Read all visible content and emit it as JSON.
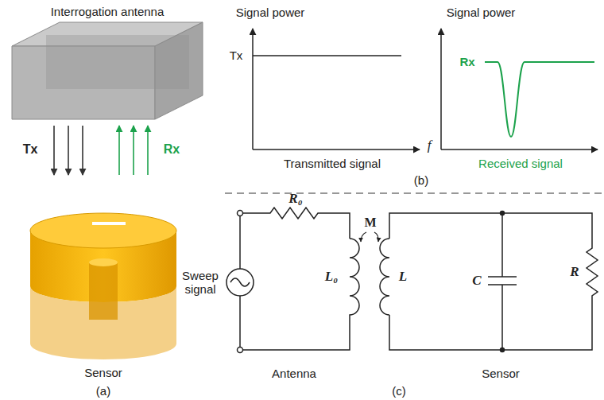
{
  "diagram": {
    "nodes": [
      {
        "text": [
          "Interrogation antenna"
        ]
      },
      {
        "text": [
          "Sensor"
        ]
      }
    ],
    "edges": [
      {
        "from": 0,
        "to": 1,
        "arrow": "to"
      },
      {
        "from": 0,
        "to": 1,
        "arrow": "to"
      },
      {
        "from": 0,
        "to": 1,
        "arrow": "to"
      },
      {
        "from": 1,
        "to": 0,
        "arrow": "to"
      },
      {
        "from": 1,
        "to": 0,
        "arrow": "to"
      },
      {
        "from": 1,
        "to": 0,
        "arrow": "to"
      }
    ],
    "labels": [
      "Signal power",
      "Tx",
      "f",
      "Transmitted signal",
      "Signal power",
      "Rx",
      "Received signal",
      "Tx",
      "Rx",
      "(b)",
      "R₀",
      "M",
      "Sweep signal",
      "L₀",
      "L",
      "C",
      "R",
      "Antenna",
      "Sensor",
      "(a)",
      "(c)"
    ]
  }
}
